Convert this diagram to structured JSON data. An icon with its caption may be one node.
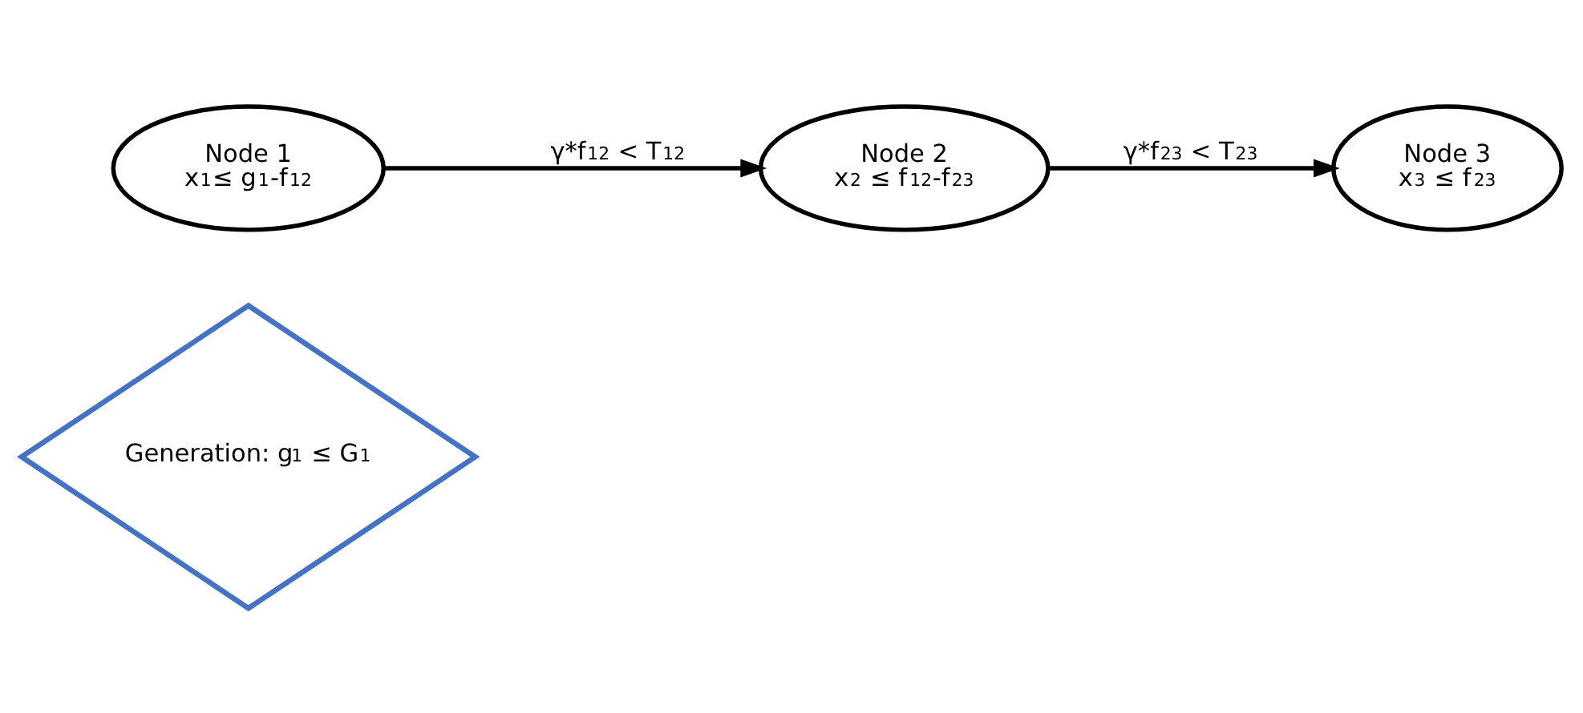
{
  "diagram": {
    "nodes": [
      {
        "text": [
          "Generation: g$_{1}$ ≤ G$_{1}$"
        ]
      },
      {
        "text": [
          "Node 1",
          "x$_{1}$≤ g$_{1}$-f$_{12}$"
        ]
      },
      {
        "text": [
          "Node 2",
          "x$_{2}$ ≤ f$_{12}$-f$_{23}$"
        ]
      },
      {
        "text": [
          "Node 3",
          "x$_{3}$ ≤ f$_{23}$"
        ]
      }
    ],
    "edges": [
      {
        "from": 1,
        "to": 2,
        "arrow": "to",
        "label": "γ*f$_{12}$ < T$_{12}$"
      },
      {
        "from": 2,
        "to": 3,
        "arrow": "to",
        "label": "γ*f$_{23}$ < T$_{23}$"
      }
    ]
  }
}
